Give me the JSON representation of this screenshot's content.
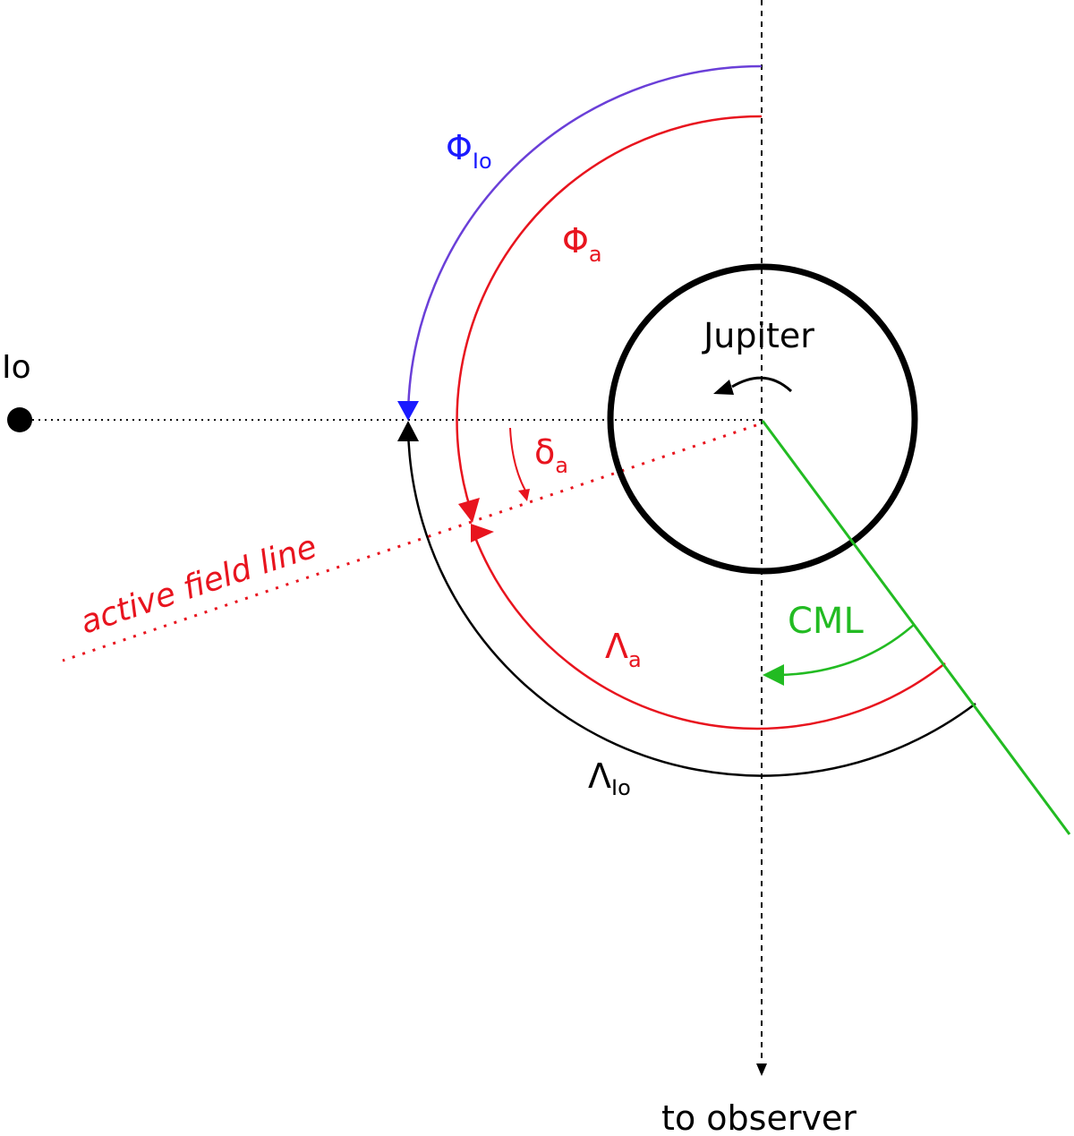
{
  "labels": {
    "io": "Io",
    "jupiter": "Jupiter",
    "to_observer": "to observer",
    "active_field_line": "active field line",
    "cml": "CML",
    "phi_io": {
      "main": "Φ",
      "sub": "Io"
    },
    "phi_a": {
      "main": "Φ",
      "sub": "a"
    },
    "delta_a": {
      "main": "δ",
      "sub": "a"
    },
    "lambda_a": {
      "main": "Λ",
      "sub": "a"
    },
    "lambda_io": {
      "main": "Λ",
      "sub": "Io"
    }
  },
  "colors": {
    "phi_io": "#6a3fd8",
    "phi_io_arrow": "#1a1aff",
    "red": "#e8141e",
    "green": "#22bb22",
    "black": "#000000"
  }
}
